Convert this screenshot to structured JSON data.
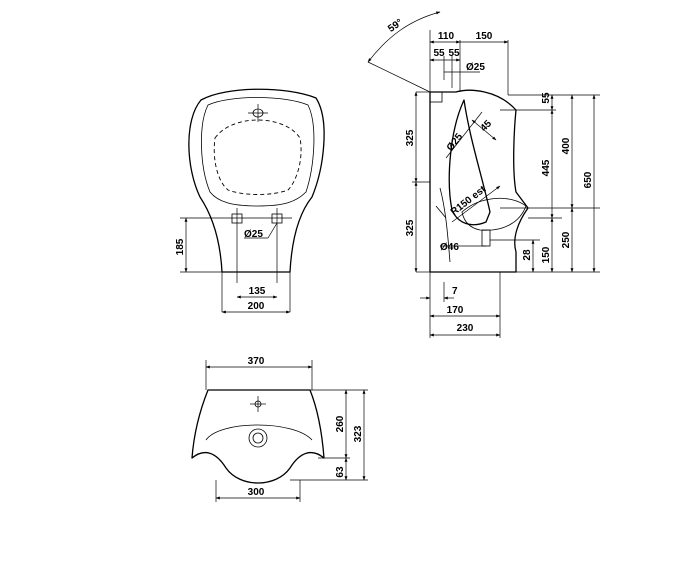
{
  "front_view": {
    "label_185": "185",
    "label_135": "135",
    "label_200": "200",
    "label_d25": "Ø25"
  },
  "side_view": {
    "label_angle": "59°",
    "label_110": "110",
    "label_150": "150",
    "label_55a": "55",
    "label_55b": "55",
    "label_d25_top": "Ø25",
    "label_55_right": "55",
    "label_325_upper": "325",
    "label_325_lower": "325",
    "label_d25_inner": "Ø25",
    "label_45": "45",
    "label_445": "445",
    "label_400": "400",
    "label_650": "650",
    "label_r150": "R150 est",
    "label_250": "250",
    "label_d46": "Ø46",
    "label_28": "28",
    "label_150_lower": "150",
    "label_7": "7",
    "label_170": "170",
    "label_230": "230"
  },
  "top_view": {
    "label_370": "370",
    "label_260": "260",
    "label_323": "323",
    "label_63": "63",
    "label_300": "300"
  }
}
